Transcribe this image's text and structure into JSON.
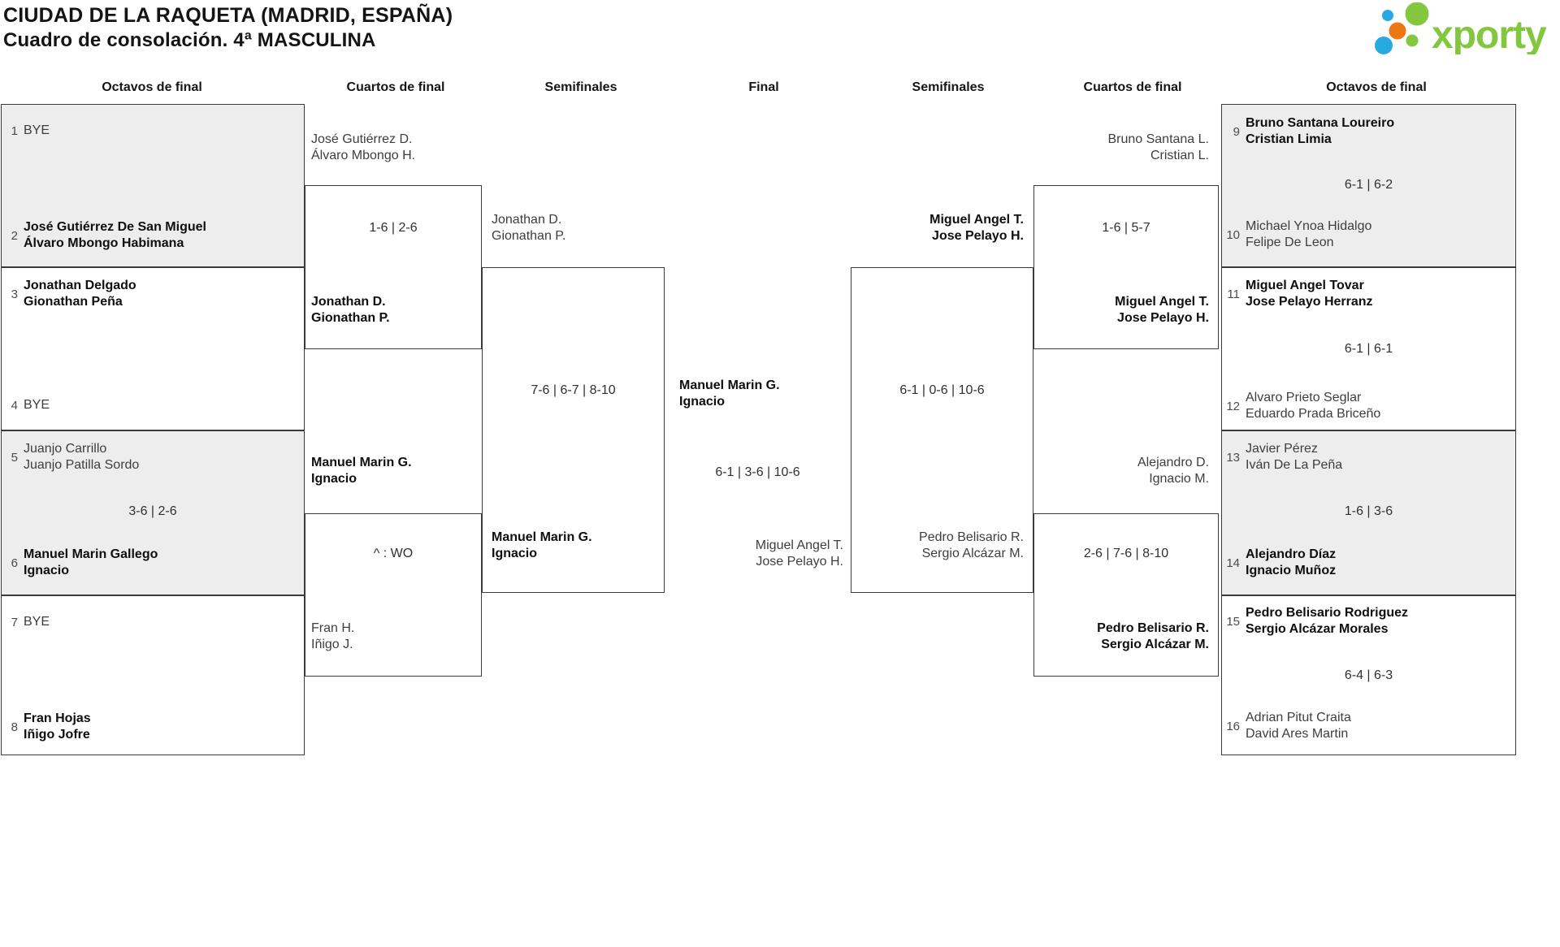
{
  "header": {
    "title_line1": "CIUDAD DE LA RAQUETA (MADRID, ESPAÑA)",
    "title_line2": "Cuadro de consolación. 4ª MASCULINA",
    "logo_text": "xporty"
  },
  "colors": {
    "logo_green": "#83c63f",
    "logo_blue": "#29a9e1",
    "logo_orange": "#ee7711",
    "box_fill": "#ededed",
    "line": "#3a3a3a"
  },
  "rounds": [
    "Octavos de final",
    "Cuartos de final",
    "Semifinales",
    "Final",
    "Semifinales",
    "Cuartos de final",
    "Octavos de final"
  ],
  "slots": {
    "s1": {
      "seed": "1",
      "l1": "BYE"
    },
    "s2": {
      "seed": "2",
      "l1": "José Gutiérrez De San Miguel",
      "l2": "Álvaro Mbongo Habimana"
    },
    "s3": {
      "seed": "3",
      "l1": "Jonathan Delgado",
      "l2": "Gionathan Peña"
    },
    "s4": {
      "seed": "4",
      "l1": "BYE"
    },
    "s5": {
      "seed": "5",
      "l1": "Juanjo Carrillo",
      "l2": "Juanjo Patilla Sordo"
    },
    "s6": {
      "seed": "6",
      "l1": "Manuel Marin Gallego",
      "l2": "Ignacio"
    },
    "s7": {
      "seed": "7",
      "l1": "BYE"
    },
    "s8": {
      "seed": "8",
      "l1": "Fran Hojas",
      "l2": "Iñigo Jofre"
    },
    "s9": {
      "seed": "9",
      "l1": "Bruno Santana Loureiro",
      "l2": "Cristian Limia"
    },
    "s10": {
      "seed": "10",
      "l1": "Michael Ynoa Hidalgo",
      "l2": "Felipe De Leon"
    },
    "s11": {
      "seed": "11",
      "l1": "Miguel Angel Tovar",
      "l2": "Jose Pelayo Herranz"
    },
    "s12": {
      "seed": "12",
      "l1": "Alvaro Prieto Seglar",
      "l2": "Eduardo Prada Briceño"
    },
    "s13": {
      "seed": "13",
      "l1": "Javier Pérez",
      "l2": "Iván De La Peña"
    },
    "s14": {
      "seed": "14",
      "l1": "Alejandro Díaz",
      "l2": "Ignacio Muñoz"
    },
    "s15": {
      "seed": "15",
      "l1": "Pedro Belisario Rodriguez",
      "l2": "Sergio Alcázar Morales"
    },
    "s16": {
      "seed": "16",
      "l1": "Adrian Pitut Craita",
      "l2": "David Ares Martin"
    }
  },
  "adv": {
    "qf_l1_top": {
      "l1": "José Gutiérrez D.",
      "l2": "Álvaro Mbongo H."
    },
    "qf_l1_bot": {
      "l1": "Jonathan D.",
      "l2": "Gionathan P."
    },
    "qf_l2_top": {
      "l1": "Manuel Marin G.",
      "l2": "Ignacio"
    },
    "qf_l2_bot": {
      "l1": "Fran H.",
      "l2": "Iñigo J."
    },
    "sf_l_top": {
      "l1": "Jonathan D.",
      "l2": "Gionathan P."
    },
    "sf_l_bot": {
      "l1": "Manuel Marin G.",
      "l2": "Ignacio"
    },
    "final_left": {
      "l1": "Manuel Marin G.",
      "l2": "Ignacio"
    },
    "final_right": {
      "l1": "Miguel Angel T.",
      "l2": "Jose Pelayo H."
    },
    "sf_r_top": {
      "l1": "Miguel Angel T.",
      "l2": "Jose Pelayo H."
    },
    "sf_r_bot": {
      "l1": "Pedro Belisario R.",
      "l2": "Sergio Alcázar M."
    },
    "qf_r1_top": {
      "l1": "Bruno Santana L.",
      "l2": "Cristian L."
    },
    "qf_r1_bot": {
      "l1": "Miguel Angel T.",
      "l2": "Jose Pelayo H."
    },
    "qf_r2_top": {
      "l1": "Alejandro D.",
      "l2": "Ignacio M."
    },
    "qf_r2_bot": {
      "l1": "Pedro Belisario R.",
      "l2": "Sergio Alcázar M."
    }
  },
  "scores": {
    "oct_l3": "3-6 | 2-6",
    "oct_r1": "6-1 | 6-2",
    "oct_r2": "6-1 | 6-1",
    "oct_r3": "1-6 | 3-6",
    "oct_r4": "6-4 | 6-3",
    "qf_l1": "1-6 | 2-6",
    "qf_l2": "^ : WO",
    "qf_r1": "1-6 | 5-7",
    "qf_r2": "2-6 | 7-6 | 8-10",
    "sf_l": "7-6 | 6-7 | 8-10",
    "sf_r": "6-1 | 0-6 | 10-6",
    "final": "6-1 | 3-6 | 10-6"
  }
}
